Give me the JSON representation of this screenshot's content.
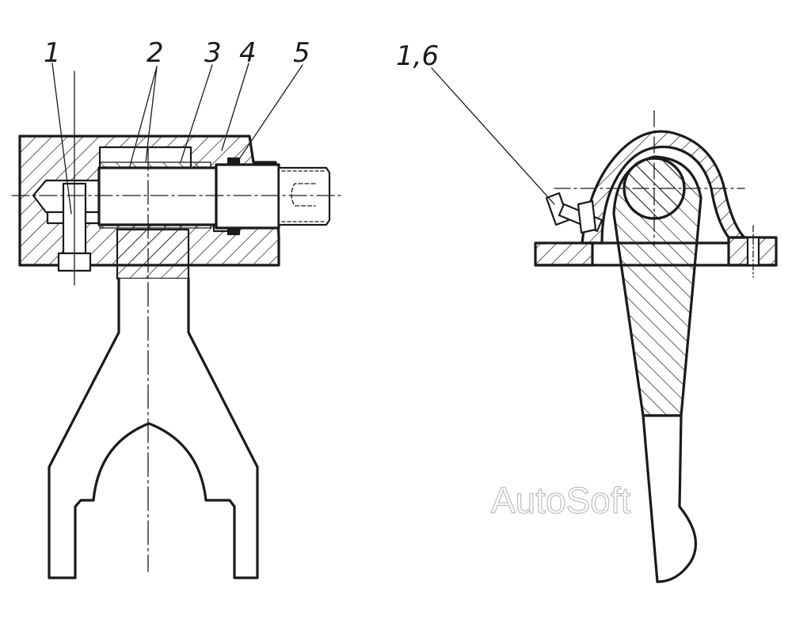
{
  "labels": {
    "callout_1": "1",
    "callout_2": "2",
    "callout_3": "3",
    "callout_4": "4",
    "callout_5": "5",
    "callout_1_6": "1,6"
  },
  "watermark": "AutoSoft",
  "colors": {
    "ink": "#1a1a1a",
    "paper": "#ffffff",
    "watermark_outline": "#bdbdbd"
  }
}
